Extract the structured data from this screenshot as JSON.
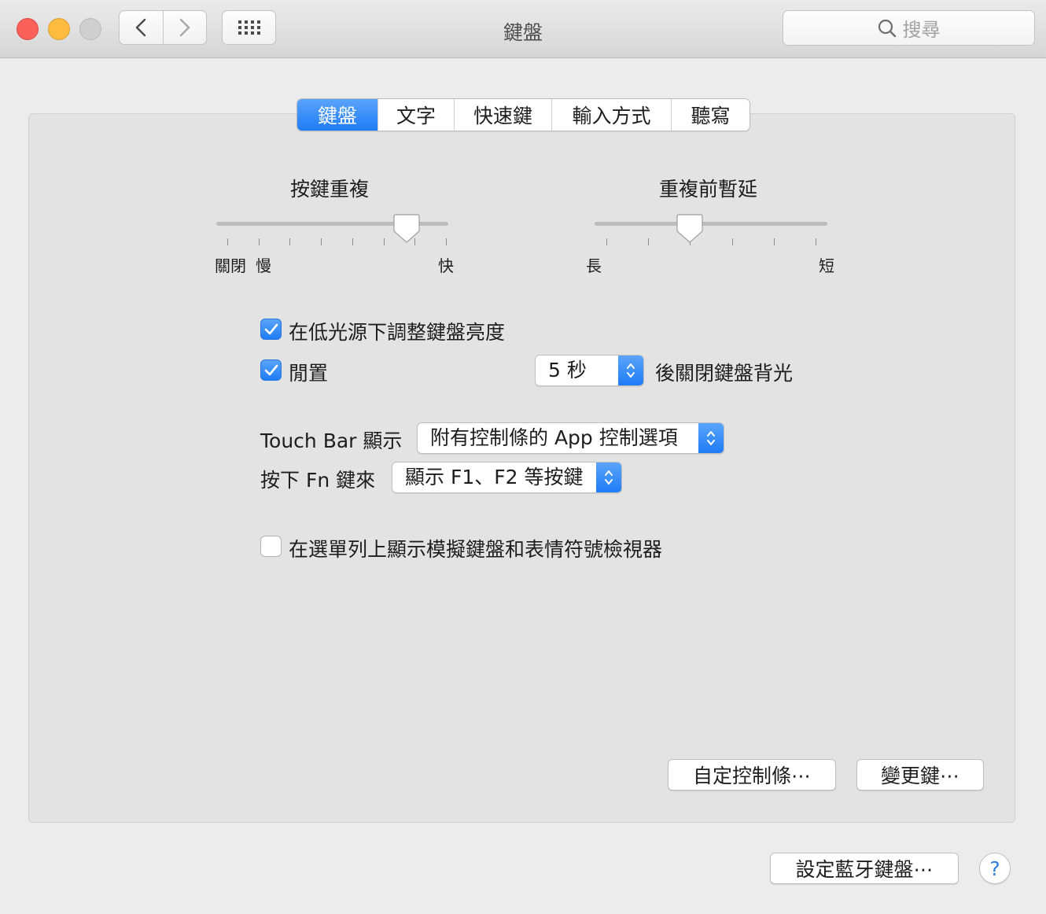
{
  "window": {
    "title": "鍵盤"
  },
  "toolbar": {
    "search_placeholder": "搜尋"
  },
  "tabs": [
    {
      "label": "鍵盤",
      "active": true
    },
    {
      "label": "文字",
      "active": false
    },
    {
      "label": "快速鍵",
      "active": false
    },
    {
      "label": "輸入方式",
      "active": false
    },
    {
      "label": "聽寫",
      "active": false
    }
  ],
  "key_repeat": {
    "title": "按鍵重複",
    "labels": {
      "off": "關閉",
      "slow": "慢",
      "fast": "快"
    },
    "ticks": 8,
    "value_tick_index": 6
  },
  "delay_until_repeat": {
    "title": "重複前暫延",
    "labels": {
      "long": "長",
      "short": "短"
    },
    "ticks": 6,
    "value_tick_index": 2
  },
  "backlight": {
    "adjust_low_light": {
      "label": "在低光源下調整鍵盤亮度",
      "checked": true
    },
    "idle": {
      "label": "閒置",
      "checked": true
    },
    "timeout_value": "5 秒",
    "timeout_suffix": "後關閉鍵盤背光"
  },
  "touch_bar": {
    "show_label": "Touch Bar 顯示",
    "show_value": "附有控制條的 App 控制選項",
    "fn_label": "按下 Fn 鍵來",
    "fn_value": "顯示 F1、F2 等按鍵"
  },
  "menu_bar_viewer": {
    "label": "在選單列上顯示模擬鍵盤和表情符號檢視器",
    "checked": false
  },
  "buttons": {
    "customize_control_strip": "自定控制條⋯",
    "modifier_keys": "變更鍵⋯",
    "bluetooth_keyboard": "設定藍牙鍵盤⋯",
    "help": "?"
  },
  "colors": {
    "accent": "#1f7cf5",
    "close": "#fc605b",
    "minimize": "#fdbc40"
  }
}
